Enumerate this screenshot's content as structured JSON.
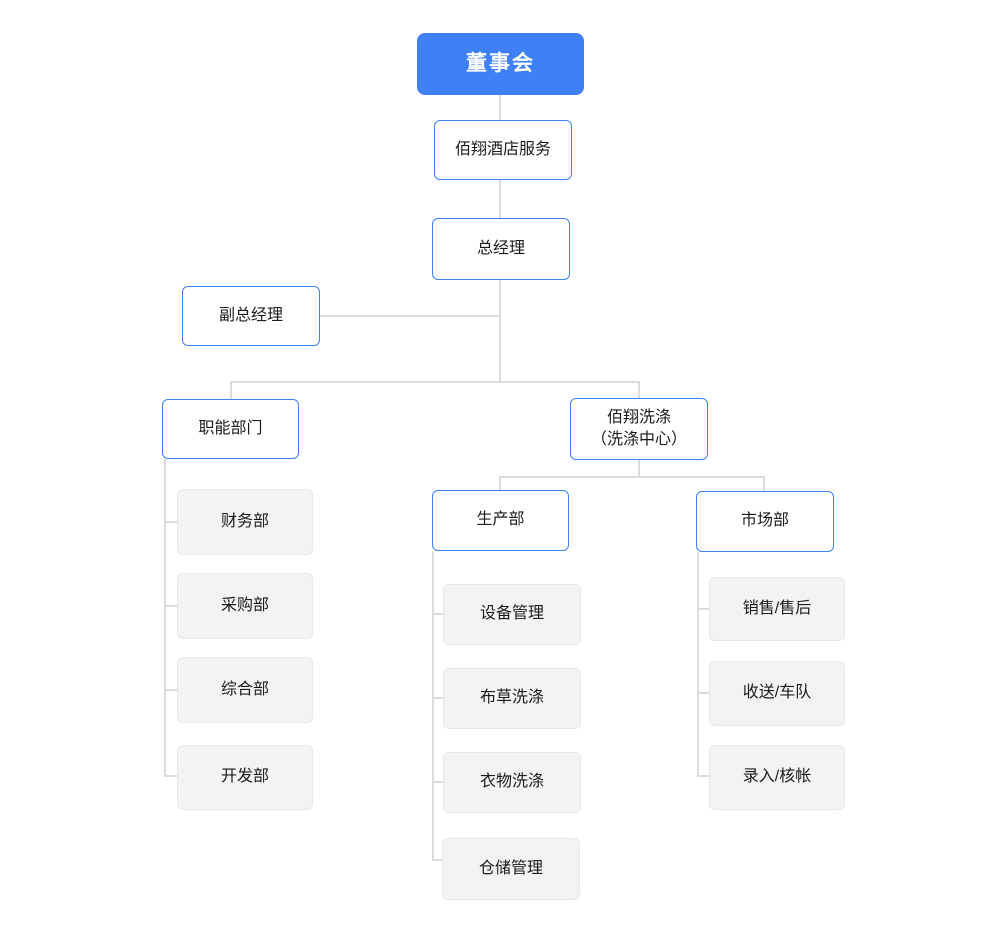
{
  "diagram": {
    "type": "org-chart",
    "nodes": {
      "board": "董事会",
      "hotel_service": "佰翔酒店服务",
      "general_manager": "总经理",
      "deputy_general_manager": "副总经理",
      "functional_departments": "职能部门",
      "laundry_line1": "佰翔洗涤",
      "laundry_line2": "（洗涤中心）",
      "production_dept": "生产部",
      "marketing_dept": "市场部",
      "finance_dept": "财务部",
      "purchasing_dept": "采购部",
      "general_affairs_dept": "综合部",
      "development_dept": "开发部",
      "equipment_mgmt": "设备管理",
      "linen_washing": "布草洗涤",
      "clothes_washing": "衣物洗涤",
      "warehouse_mgmt": "仓储管理",
      "sales_after_sales": "销售/售后",
      "pickup_delivery_fleet": "收送/车队",
      "entry_reconciliation": "录入/核帐"
    },
    "colors": {
      "root_fill": "#3d80f7",
      "root_text": "#ffffff",
      "node_fill": "#ffffff",
      "node_border": "#3b82f6",
      "leaf_fill": "#f3f3f3",
      "leaf_border": "#e8e8e8",
      "connector": "#dcdcdc",
      "text": "#1b1b1b"
    }
  }
}
